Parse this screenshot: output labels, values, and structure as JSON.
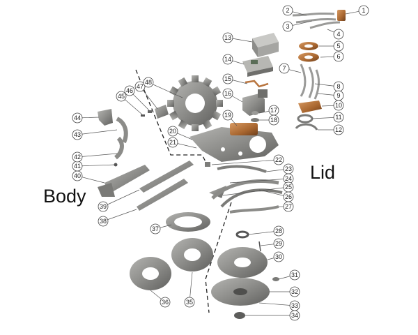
{
  "labels": {
    "body": "Body",
    "lid": "Lid"
  },
  "callouts": [
    {
      "n": "1"
    },
    {
      "n": "2"
    },
    {
      "n": "3"
    },
    {
      "n": "4"
    },
    {
      "n": "5"
    },
    {
      "n": "6"
    },
    {
      "n": "7"
    },
    {
      "n": "8"
    },
    {
      "n": "9"
    },
    {
      "n": "10"
    },
    {
      "n": "11"
    },
    {
      "n": "12"
    },
    {
      "n": "13"
    },
    {
      "n": "14"
    },
    {
      "n": "15"
    },
    {
      "n": "16"
    },
    {
      "n": "17"
    },
    {
      "n": "18"
    },
    {
      "n": "19"
    },
    {
      "n": "20"
    },
    {
      "n": "21"
    },
    {
      "n": "22"
    },
    {
      "n": "23"
    },
    {
      "n": "24"
    },
    {
      "n": "25"
    },
    {
      "n": "26"
    },
    {
      "n": "27"
    },
    {
      "n": "28"
    },
    {
      "n": "29"
    },
    {
      "n": "30"
    },
    {
      "n": "31"
    },
    {
      "n": "32"
    },
    {
      "n": "33"
    },
    {
      "n": "34"
    },
    {
      "n": "35"
    },
    {
      "n": "36"
    },
    {
      "n": "37"
    },
    {
      "n": "38"
    },
    {
      "n": "39"
    },
    {
      "n": "40"
    },
    {
      "n": "41"
    },
    {
      "n": "42"
    },
    {
      "n": "43"
    },
    {
      "n": "44"
    },
    {
      "n": "45"
    },
    {
      "n": "46"
    },
    {
      "n": "47"
    },
    {
      "n": "48"
    }
  ],
  "colors": {
    "metal": "#8a8a88",
    "metal_dark": "#5e5e5c",
    "metal_light": "#b9b9b6",
    "copper": "#b9753f",
    "copper_dark": "#7a4a22",
    "line": "#333333",
    "circle_stroke": "#444444"
  }
}
